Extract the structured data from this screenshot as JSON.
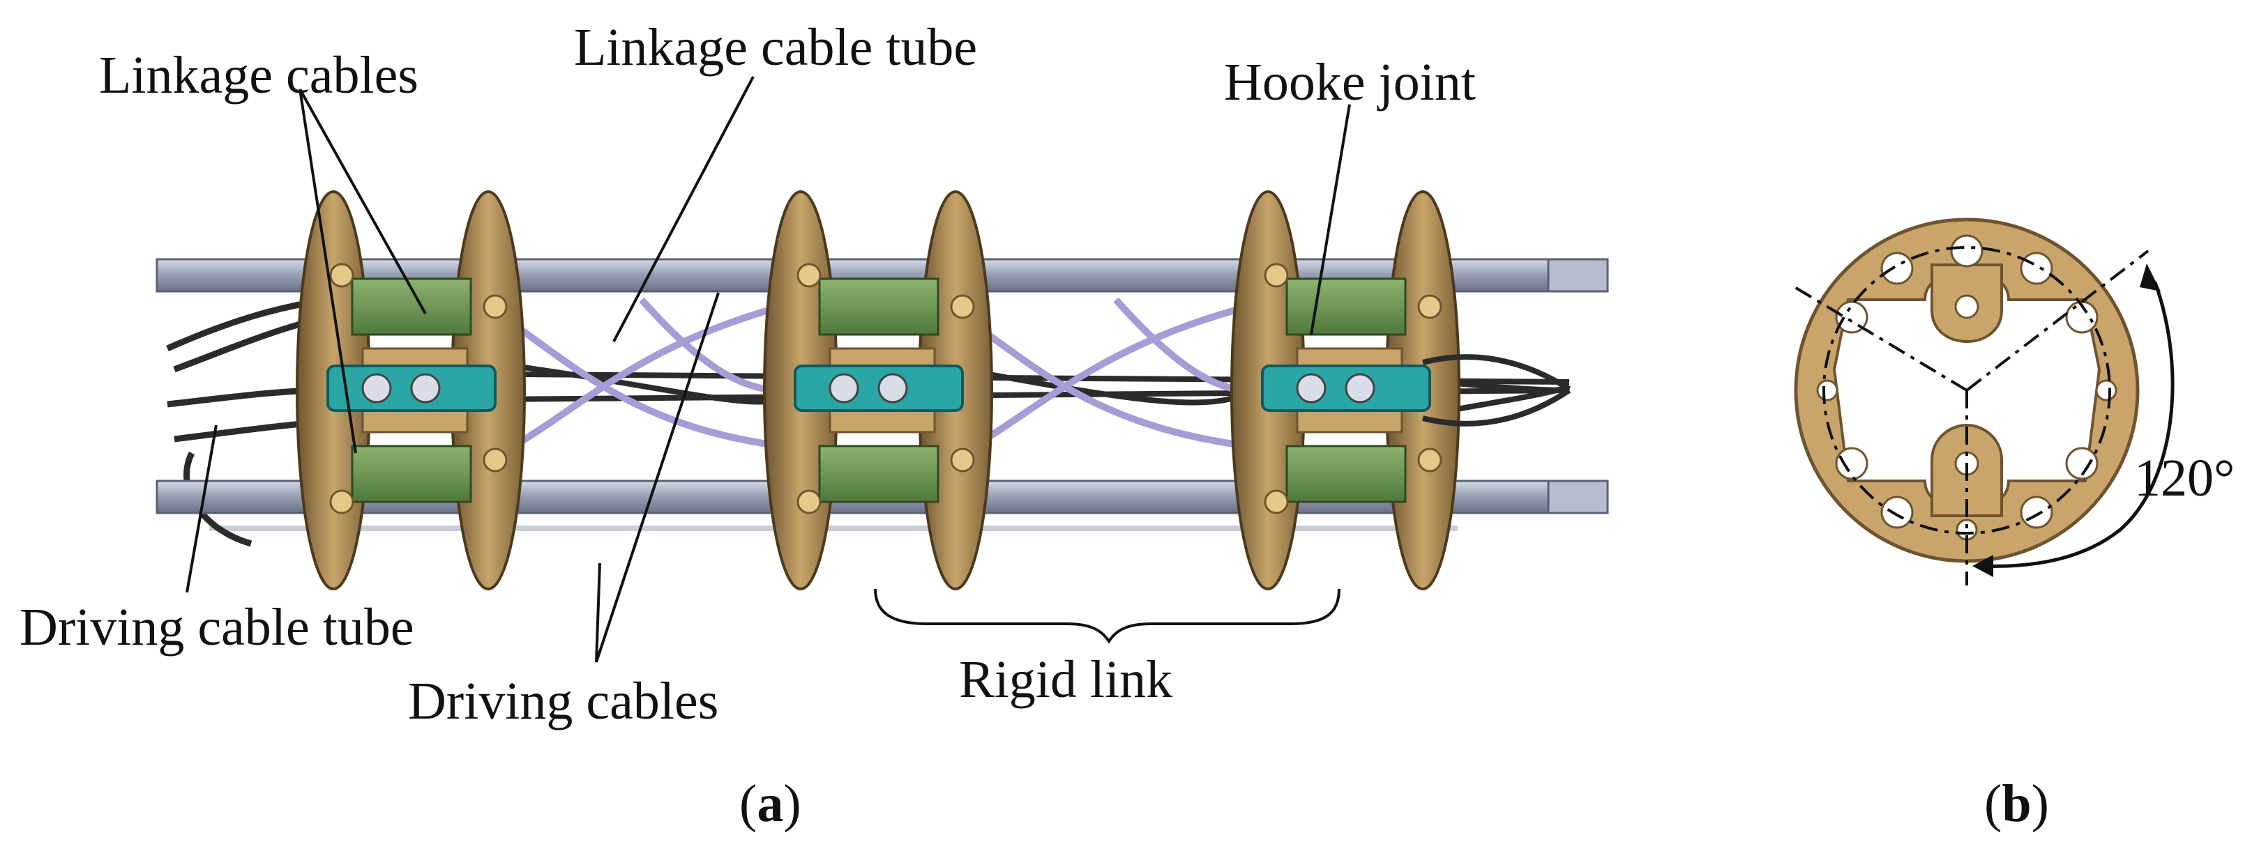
{
  "panel_a": {
    "labels": {
      "linkage_cables": "Linkage cables",
      "linkage_cable_tube": "Linkage cable tube",
      "hooke_joint": "Hooke joint",
      "driving_cable_tube": "Driving cable tube",
      "driving_cables": "Driving cables",
      "rigid_link": "Rigid link"
    },
    "caption": {
      "open": "(",
      "letter": "a",
      "close": ")"
    }
  },
  "panel_b": {
    "angle_label": "120°",
    "caption": {
      "open": "(",
      "letter": "b",
      "close": ")"
    }
  },
  "colors": {
    "disk_bronze": "#b8955a",
    "disk_dark": "#6e5530",
    "rod_steel": "#9aa2b6",
    "cable_purple": "#a79cd6",
    "cable_black": "#2b2b2b",
    "joint_teal": "#2aa6a6",
    "board_green": "#6f9a5a"
  }
}
